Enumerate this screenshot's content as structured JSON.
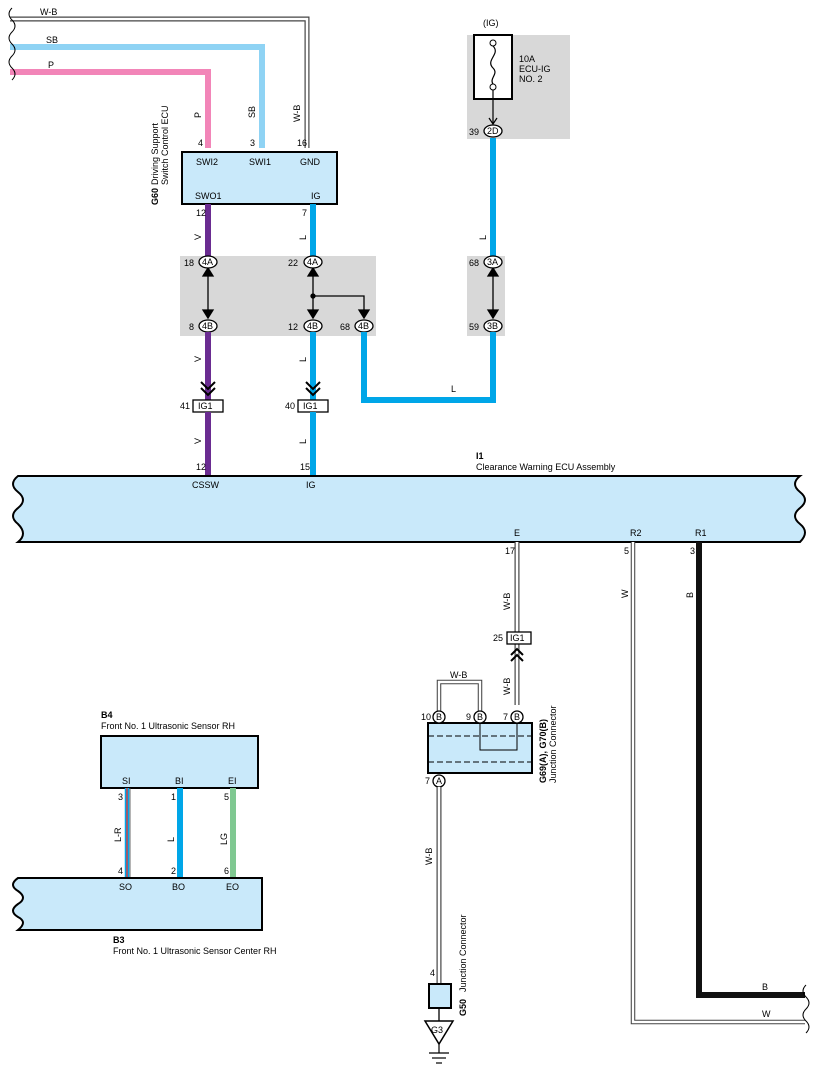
{
  "components": {
    "g60": {
      "id": "G60",
      "name_line1": "Driving Support",
      "name_line2": "Switch Control ECU",
      "terminals": {
        "swi2": "SWI2",
        "swi1": "SWI1",
        "gnd": "GND",
        "swo1": "SWO1",
        "ig": "IG"
      }
    },
    "i1": {
      "id": "I1",
      "name": "Clearance Warning ECU Assembly",
      "terminals": {
        "cssw": "CSSW",
        "ig": "IG",
        "e": "E",
        "r2": "R2",
        "r1": "R1"
      }
    },
    "b4": {
      "id": "B4",
      "name": "Front No.  1 Ultrasonic Sensor RH",
      "terminals": {
        "si": "SI",
        "bi": "BI",
        "ei": "EI"
      }
    },
    "b3": {
      "id": "B3",
      "name": "Front No.  1 Ultrasonic Sensor Center RH",
      "terminals": {
        "so": "SO",
        "bo": "BO",
        "eo": "EO"
      }
    },
    "g69": {
      "id": "G69(A), G70(B)",
      "name": "Junction Connector"
    },
    "g50": {
      "id": "G50",
      "name": "Junction Connector"
    },
    "fuse": {
      "group": "(IG)",
      "rating": "10A",
      "name_line1": "ECU-IG",
      "name_line2": "NO. 2"
    },
    "ground": "G3"
  },
  "wires": {
    "wb": "W-B",
    "sb": "SB",
    "p": "P",
    "v": "V",
    "l": "L",
    "w": "W",
    "b": "B",
    "lr": "L-R",
    "lg": "LG"
  },
  "pins": {
    "g60_swi2": "4",
    "g60_swi1": "3",
    "g60_gnd": "16",
    "g60_swo1": "12",
    "g60_ig": "7",
    "fuse_pin": "39",
    "jc_left_top": "18",
    "jc_mid_top": "22",
    "jc_right_top": "68",
    "jc_left_bot": "8",
    "jc_mid_bot": "12",
    "jc_mid_extra": "68",
    "jc_right_bot": "59",
    "ig1_left": "41",
    "ig1_mid": "40",
    "ig1_e": "25",
    "i1_cssw": "12",
    "i1_ig": "15",
    "i1_e": "17",
    "i1_r2": "5",
    "i1_r1": "3",
    "g69_10": "10",
    "g69_9": "9",
    "g69_7": "7",
    "g69_a7": "7",
    "b4_si": "3",
    "b4_bi": "1",
    "b4_ei": "5",
    "b3_so": "4",
    "b3_bo": "2",
    "b3_eo": "6",
    "g50_pin": "4"
  },
  "connectors": {
    "c2d": "2D",
    "c4a": "4A",
    "c4b": "4B",
    "c3a": "3A",
    "c3b": "3B",
    "ig1": "IG1",
    "cA": "A",
    "cB": "B"
  },
  "colors": {
    "pink": "#f285b8",
    "sky": "#8fd3f4",
    "blue": "#00a6e8",
    "violet": "#6a2c91",
    "green": "#7fc891",
    "box_fill": "#c9e9fa",
    "gray_fill": "#d8d8d8"
  }
}
